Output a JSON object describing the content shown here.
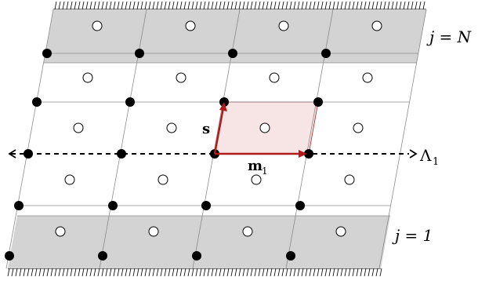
{
  "labels": {
    "top_row": "j = N",
    "bottom_row": "j = 1",
    "lattice_direction": "Λ",
    "lattice_direction_sub": "1",
    "vector_s": "s",
    "vector_m": "m",
    "vector_m_sub": "1"
  },
  "colors": {
    "boundary_strip_fill": "#d3d3d3",
    "grid_line": "#8c8c8c",
    "node_fill": "#000000",
    "circle_stroke": "#000000",
    "vector_color": "#b01c1c",
    "unit_cell_fill": "#f7e4e4",
    "dashed_line": "#000000"
  },
  "icons": {
    "lattice_node": "filled-dot",
    "cell_site": "hollow-circle",
    "arrow_left": "arrowhead-left",
    "arrow_right": "arrowhead-right"
  }
}
